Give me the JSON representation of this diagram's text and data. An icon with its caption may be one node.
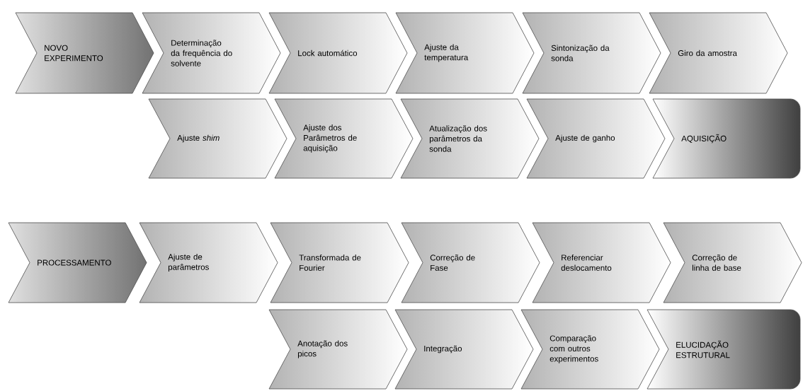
{
  "diagram": {
    "nodes": [
      {
        "text": [
          "NOVO EXPERIMENTO"
        ]
      },
      {
        "text": [
          "Determinação da frequência do solvente"
        ]
      },
      {
        "text": [
          "Lock automático"
        ]
      },
      {
        "text": [
          "Ajuste da temperatura"
        ]
      },
      {
        "text": [
          "Sintonização da sonda"
        ]
      },
      {
        "text": [
          "Giro da amostra"
        ]
      },
      {
        "text": [
          "Ajuste *shim*"
        ]
      },
      {
        "text": [
          "Ajuste dos Parâmetros de aquisição"
        ]
      },
      {
        "text": [
          "Atualização dos parâmetros da sonda"
        ]
      },
      {
        "text": [
          "Ajuste de ganho"
        ]
      },
      {
        "text": [
          "AQUISIÇÃO"
        ]
      },
      {
        "text": [
          "PROCESSAMENTO"
        ]
      },
      {
        "text": [
          "Ajuste de parâmetros"
        ]
      },
      {
        "text": [
          "Transformada de Fourier"
        ]
      },
      {
        "text": [
          "Correção de Fase"
        ]
      },
      {
        "text": [
          "Referenciar deslocamento"
        ]
      },
      {
        "text": [
          "Correção de linha de base"
        ]
      },
      {
        "text": [
          "Anotação dos picos"
        ]
      },
      {
        "text": [
          "Integração"
        ]
      },
      {
        "text": [
          "Comparação com outros experimentos"
        ]
      },
      {
        "text": [
          "ELUCIDAÇÃO ESTRUTURAL"
        ]
      }
    ]
  }
}
